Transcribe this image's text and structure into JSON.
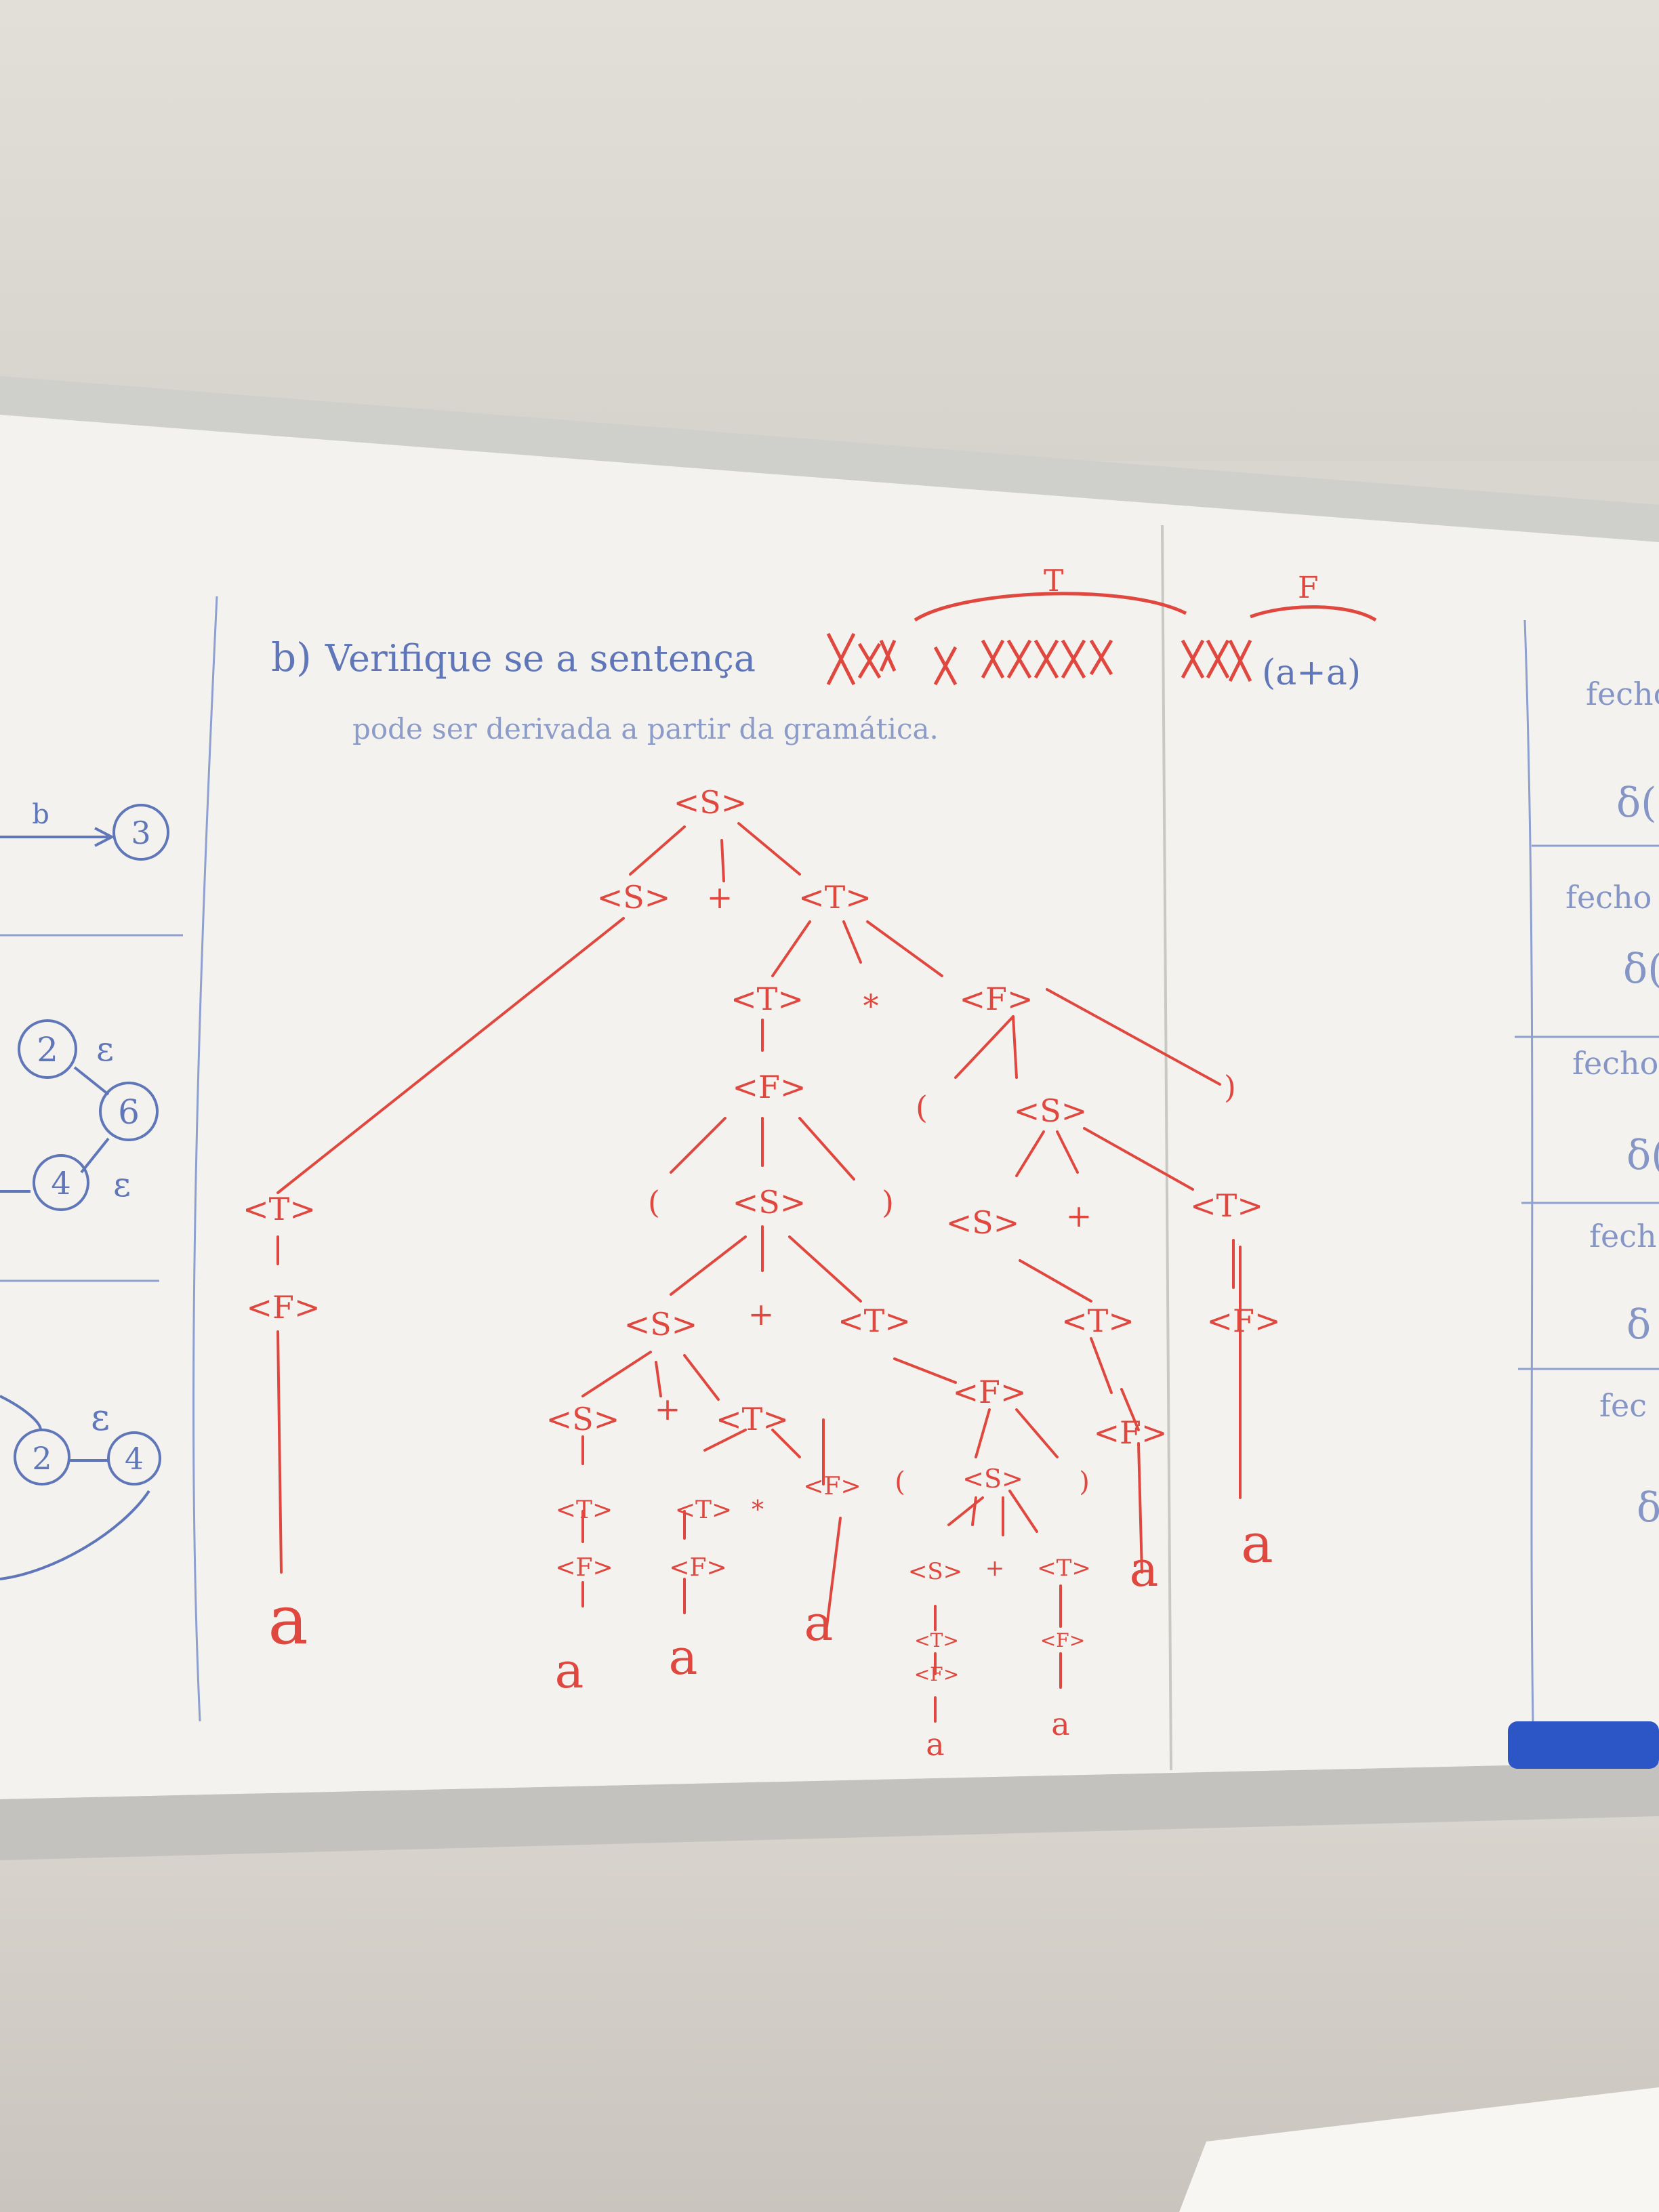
{
  "colors": {
    "wall_top": "#e1ded7",
    "wall_bottom": "#cfcbc4",
    "board": "#f4f3ef",
    "frame": "#c9c9c6",
    "red_marker": "#e0483f",
    "blue_marker": "#5f76b8",
    "eraser": "#2c56c6"
  },
  "problem": {
    "label": "b)",
    "line1": "Verifique se a sentença",
    "line2": "pode ser derivada a partir da gramática.",
    "sentence_tail": "(a+a)",
    "brace_T": "T",
    "brace_F": "F"
  },
  "tree": {
    "root": "<S>",
    "n_S1": "<S>",
    "n_plus1": "+",
    "n_T1": "<T>",
    "n_T2": "<T>",
    "n_star1": "*",
    "n_F2": "<F>",
    "n_F3": "<F>",
    "n_lp1": "(",
    "n_S3": "<S>",
    "n_rp1": ")",
    "n_S4": "<S>",
    "n_plus2": "+",
    "n_T4": "<T>",
    "n_S5": "<S>",
    "n_plus3": "+",
    "n_T5": "<T>",
    "n_T6": "<T>",
    "n_F6": "<F>",
    "n_a1": "a",
    "n_T7": "<T>",
    "n_star2": "*",
    "n_F7": "<F>",
    "n_F8": "<F>",
    "n_a2": "a",
    "n_a3": "a",
    "n_F9": "<F>",
    "n_lp2": "(",
    "n_S6": "<S>",
    "n_rp2": ")",
    "n_S7": "<S>",
    "n_plus4": "+",
    "n_T9": "<T>",
    "n_T10": "<T>",
    "n_F10": "<F>",
    "n_a4": "a",
    "n_F11": "<F>",
    "n_a5": "a",
    "n_lp3": "(",
    "n_S8": "<S>",
    "n_rp3": ")",
    "n_S9": "<S>",
    "n_plus5": "+",
    "n_T11": "<T>",
    "n_T12": "<T>",
    "n_F12": "<F>",
    "n_a6": "a",
    "n_F13": "<F>",
    "n_a7": "a",
    "n_Tleft": "<T>",
    "n_Fleft": "<F>",
    "n_aleft": "a"
  },
  "left_panel": {
    "b": "b",
    "s3": "3",
    "s2": "2",
    "eps1": "ε",
    "s6": "6",
    "s4": "4",
    "eps2": "ε",
    "s2b": "2",
    "eps3": "ε",
    "s4b": "4"
  },
  "right_panel": {
    "f1": "fecho",
    "d1": "δ(",
    "f2": "fecho",
    "d2": "δ(",
    "f3": "fecho",
    "d3": "δ(",
    "f4": "fech",
    "d4": "δ",
    "f5": "fec",
    "d5": "δ"
  }
}
